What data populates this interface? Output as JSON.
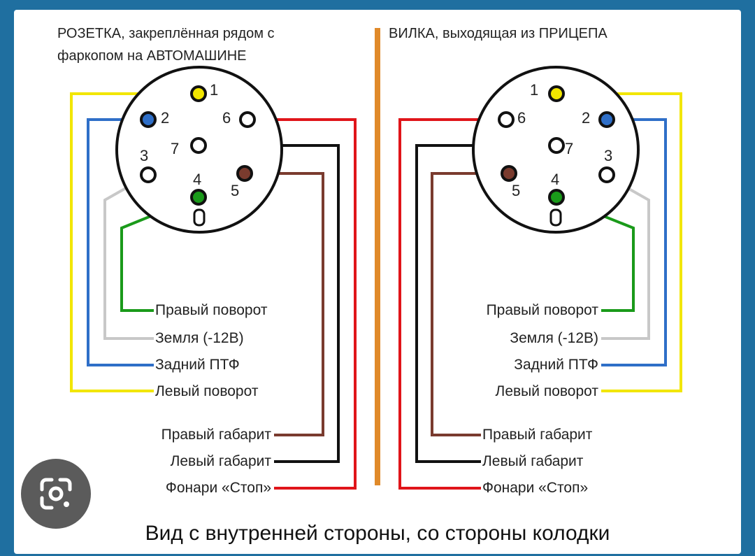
{
  "left": {
    "title_line1": "РОЗЕТКА, закреплённая рядом с",
    "title_line2": "фаркопом на АВТОМАШИНЕ",
    "pins": [
      "1",
      "2",
      "3",
      "4",
      "5",
      "6",
      "7"
    ],
    "labels": {
      "right_turn": "Правый поворот",
      "ground": "Земля (-12В)",
      "rear_fog": "Задний ПТФ",
      "left_turn": "Левый поворот",
      "right_marker": "Правый габарит",
      "left_marker": "Левый габарит",
      "stop": "Фонари «Стоп»"
    }
  },
  "right": {
    "title": "ВИЛКА, выходящая из ПРИЦЕПА",
    "pins": [
      "1",
      "2",
      "3",
      "4",
      "5",
      "6",
      "7"
    ],
    "labels": {
      "right_turn": "Правый поворот",
      "ground": "Земля (-12В)",
      "rear_fog": "Задний ПТФ",
      "left_turn": "Левый поворот",
      "right_marker": "Правый габарит",
      "left_marker": "Левый габарит",
      "stop": "Фонари «Стоп»"
    }
  },
  "caption": "Вид с внутренней стороны, со стороны колодки",
  "icons": {
    "lens": "google-lens-icon"
  },
  "colors": {
    "pin1": "#f2e600",
    "pin2": "#2f6fc8",
    "pin3": "#c8c8c8",
    "pin4": "#1a9a1a",
    "pin5": "#7a3b2e",
    "pin6": "#e0151a",
    "pin7": "#111111",
    "divider": "#e08a2a",
    "background": "#1f6fa0"
  }
}
